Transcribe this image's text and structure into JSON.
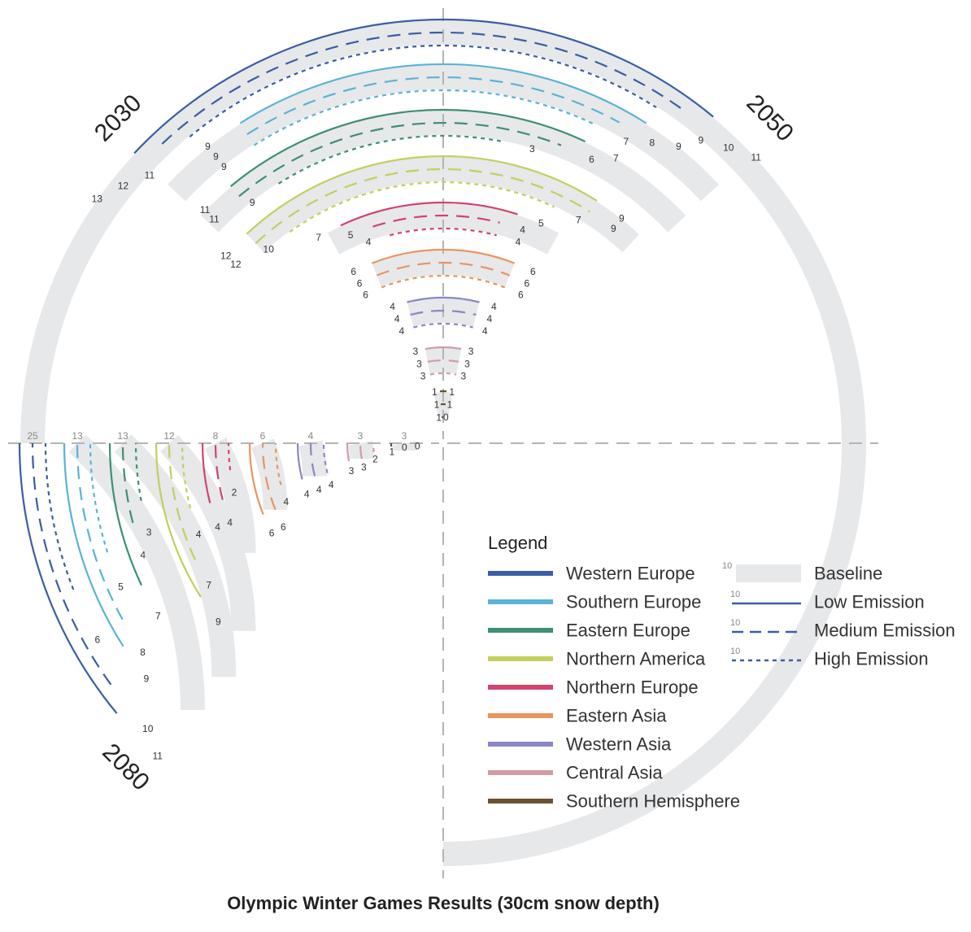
{
  "chart_data": {
    "type": "radial-arc",
    "title": "Olympic Winter Games Results (30cm snow depth)",
    "periods": [
      "2030",
      "2050",
      "2080"
    ],
    "colors": {
      "Western Europe": "#3a5ea6",
      "Southern Europe": "#5ab3d6",
      "Eastern Europe": "#3f8f72",
      "Northern America": "#c3cf5a",
      "Northern Europe": "#d2436e",
      "Eastern Asia": "#ea9460",
      "Western Asia": "#8a86c9",
      "Central Asia": "#d59aa6",
      "Southern Hemisphere": "#6b5232",
      "Baseline": "#e7e8ea"
    },
    "legend": {
      "title": "Legend",
      "regions": [
        "Western Europe",
        "Southern Europe",
        "Eastern Europe",
        "Northern America",
        "Northern Europe",
        "Eastern Asia",
        "Western Asia",
        "Central Asia",
        "Southern Hemisphere"
      ],
      "styles": [
        {
          "label": "Baseline",
          "sample": "10"
        },
        {
          "label": "Low Emission",
          "sample": "10"
        },
        {
          "label": "Medium Emission",
          "sample": "10"
        },
        {
          "label": "High Emission",
          "sample": "10"
        }
      ]
    },
    "baseline": {
      "Western Europe": 25,
      "Southern Europe": 13,
      "Eastern Europe": 13,
      "Northern America": 12,
      "Northern Europe": 8,
      "Eastern Asia": 6,
      "Western Asia": 4,
      "Central Asia": 3,
      "Southern Hemisphere": 3
    },
    "series": [
      {
        "region": "Western Europe",
        "2030": {
          "low": 13,
          "medium": 12,
          "high": 11
        },
        "2050": {
          "low": 11,
          "medium": 10,
          "high": 9
        },
        "2080": {
          "low": 11,
          "medium": 10,
          "high": 6
        }
      },
      {
        "region": "Southern Europe",
        "2030": {
          "low": 9,
          "medium": 9,
          "high": 9
        },
        "2050": {
          "low": 9,
          "medium": 8,
          "high": 7
        },
        "2080": {
          "low": 9,
          "medium": 8,
          "high": 5
        }
      },
      {
        "region": "Eastern Europe",
        "2030": {
          "low": 11,
          "medium": 11,
          "high": 9
        },
        "2050": {
          "low": 7,
          "medium": 6,
          "high": 3
        },
        "2080": {
          "low": 7,
          "medium": 4,
          "high": 3
        }
      },
      {
        "region": "Northern America",
        "2030": {
          "low": 12,
          "medium": 12,
          "high": 10
        },
        "2050": {
          "low": 9,
          "medium": 9,
          "high": 7
        },
        "2080": {
          "low": 9,
          "medium": 7,
          "high": 4
        }
      },
      {
        "region": "Northern Europe",
        "2030": {
          "low": 7,
          "medium": 5,
          "high": 4
        },
        "2050": {
          "low": 5,
          "medium": 4,
          "high": 4
        },
        "2080": {
          "low": 4,
          "medium": 4,
          "high": 2
        }
      },
      {
        "region": "Eastern Asia",
        "2030": {
          "low": 6,
          "medium": 6,
          "high": 6
        },
        "2050": {
          "low": 6,
          "medium": 6,
          "high": 6
        },
        "2080": {
          "low": 6,
          "medium": 6,
          "high": 4
        }
      },
      {
        "region": "Western Asia",
        "2030": {
          "low": 4,
          "medium": 4,
          "high": 4
        },
        "2050": {
          "low": 4,
          "medium": 4,
          "high": 4
        },
        "2080": {
          "low": 4,
          "medium": 4,
          "high": 4
        }
      },
      {
        "region": "Central Asia",
        "2030": {
          "low": 3,
          "medium": 3,
          "high": 3
        },
        "2050": {
          "low": 3,
          "medium": 3,
          "high": 3
        },
        "2080": {
          "low": 3,
          "medium": 3,
          "high": 2
        }
      },
      {
        "region": "Southern Hemisphere",
        "2030": {
          "low": 1,
          "medium": 1,
          "high": 1
        },
        "2050": {
          "low": 1,
          "medium": 1,
          "high": 0
        },
        "2080": {
          "low": 1,
          "medium": 0,
          "high": 0
        }
      }
    ]
  }
}
